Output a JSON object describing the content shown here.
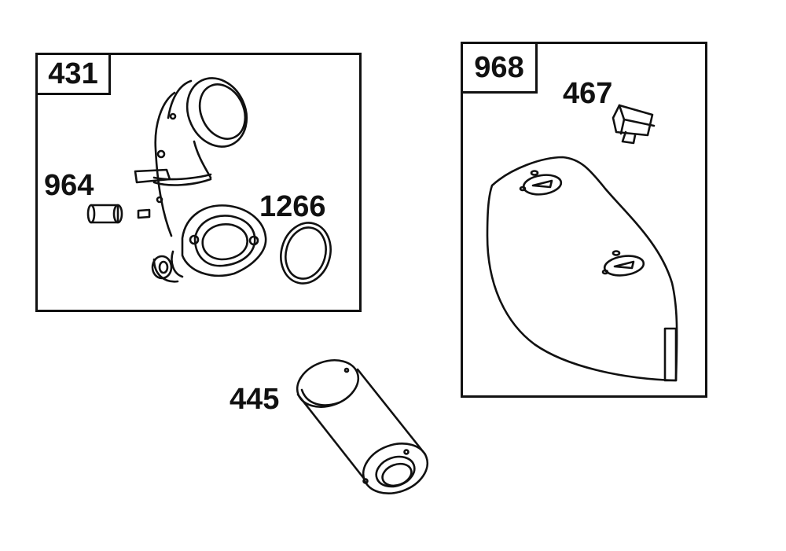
{
  "assemblies": [
    {
      "number": "431"
    },
    {
      "number": "968"
    }
  ],
  "parts": [
    {
      "number": "964"
    },
    {
      "number": "1266"
    },
    {
      "number": "467"
    },
    {
      "number": "445"
    }
  ],
  "colors": {
    "line": "#111111",
    "background": "#ffffff"
  }
}
